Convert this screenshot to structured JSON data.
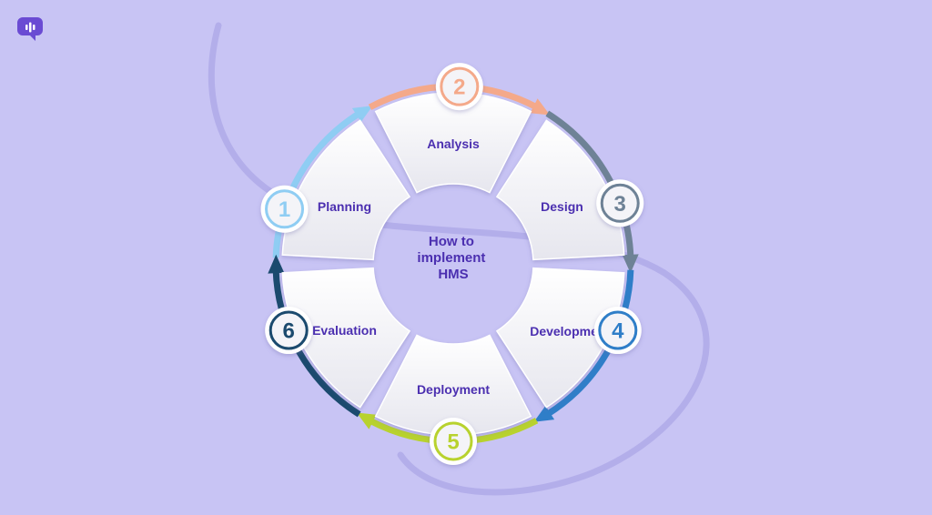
{
  "center": {
    "line1": "How to",
    "line2": "implement",
    "line3": "HMS"
  },
  "steps": [
    {
      "number": "1",
      "label": "Planning",
      "color": "#8fcdf3"
    },
    {
      "number": "2",
      "label": "Analysis",
      "color": "#f4a98a"
    },
    {
      "number": "3",
      "label": "Design",
      "color": "#6e8296"
    },
    {
      "number": "4",
      "label": "Development",
      "color": "#2f7ec8"
    },
    {
      "number": "5",
      "label": "Deployment",
      "color": "#b8d22e"
    },
    {
      "number": "6",
      "label": "Evaluation",
      "color": "#1b4a6e"
    }
  ],
  "logo": {
    "icon": "speech-bubble-icon",
    "color": "#6a4bd3"
  }
}
